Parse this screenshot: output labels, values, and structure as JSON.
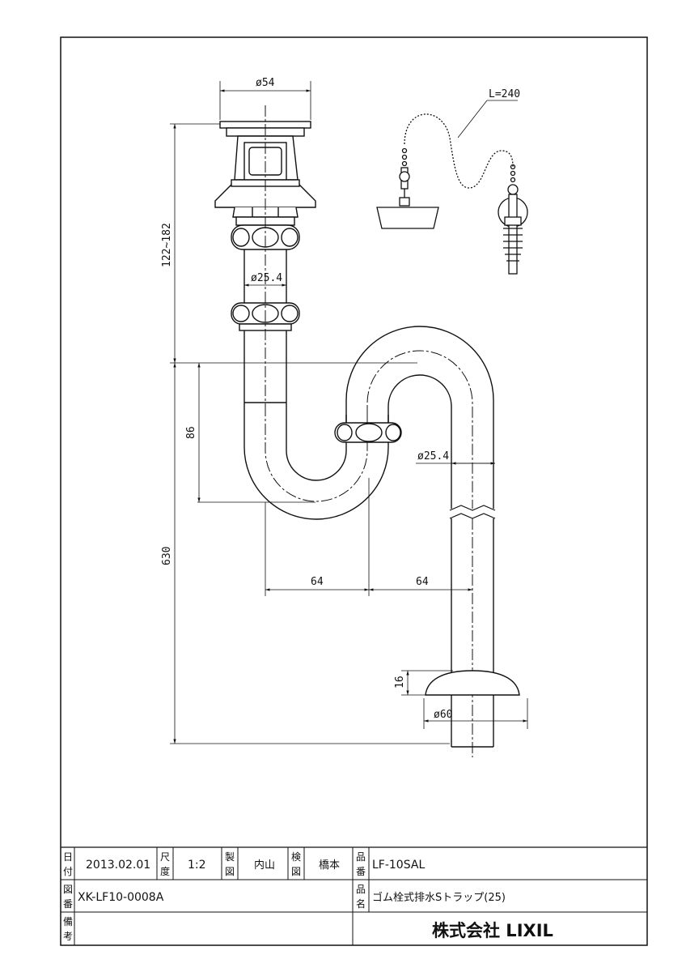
{
  "drawing": {
    "dims": {
      "top_dia": "ø54",
      "height_range": "122~182",
      "pipe_dia_upper": "ø25.4",
      "trap_depth": "86",
      "overall_height": "630",
      "offset_left": "64",
      "offset_right": "64",
      "pipe_dia_right": "ø25.4",
      "flange_height": "16",
      "flange_dia": "ø60",
      "chain_length": "L=240"
    }
  },
  "title_block": {
    "date_label": [
      "日",
      "付"
    ],
    "date": "2013.02.01",
    "scale_label": [
      "尺",
      "度"
    ],
    "scale": "1:2",
    "drawn_label": [
      "製",
      "図"
    ],
    "drawn_by": "内山",
    "checked_label": [
      "検",
      "図"
    ],
    "checked_by": "橋本",
    "part_no_label": [
      "品",
      "番"
    ],
    "part_no": "LF-10SAL",
    "drawing_no_label": [
      "図",
      "番"
    ],
    "drawing_no": "XK-LF10-0008A",
    "part_name_label": [
      "品",
      "名"
    ],
    "part_name": "ゴム栓式排水Sトラップ(25)",
    "remarks_label": [
      "備",
      "考"
    ],
    "company": "株式会社 LIXIL"
  }
}
